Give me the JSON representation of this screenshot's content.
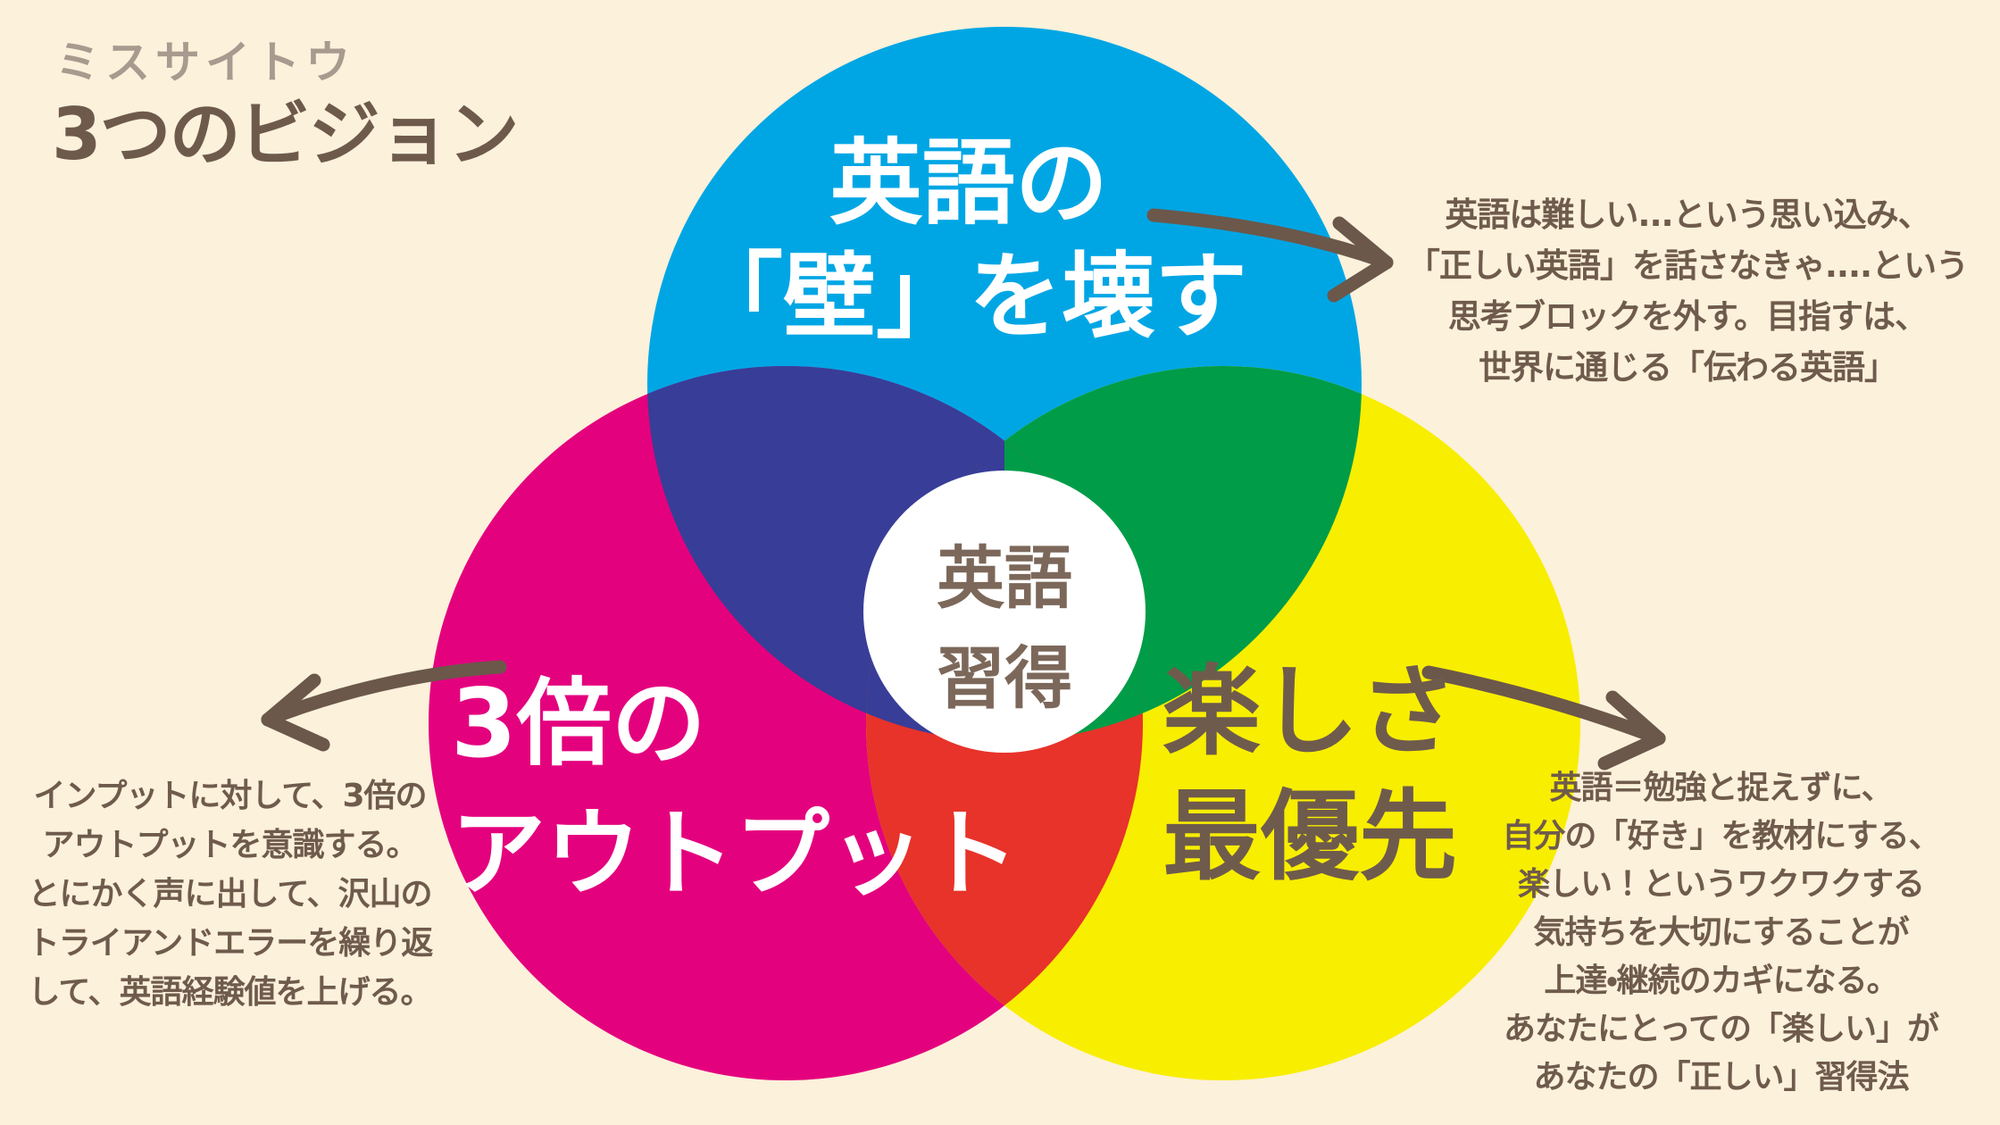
{
  "header": {
    "subtitle": "ミスサイトウ",
    "title": "3つのビジョン"
  },
  "venn": {
    "center_label": {
      "lines": [
        "英語",
        "習得"
      ]
    },
    "blue_circle": {
      "label_lines": [
        "英語の",
        "「壁」を壊す"
      ]
    },
    "magenta_circle": {
      "label_lines": [
        "3倍の",
        "アウトプット"
      ]
    },
    "yellow_circle": {
      "label_lines": [
        "楽しさ",
        "最優先"
      ]
    }
  },
  "annotations": {
    "top_right": {
      "lines": [
        "英語は難しい...という思い込み、",
        "「正しい英語」を話さなきゃ....という",
        "思考ブロックを外す。目指すは、",
        "世界に通じる「伝わる英語」"
      ]
    },
    "bottom_left": {
      "lines": [
        "インプットに対して、3倍の",
        "アウトプットを意識する。",
        "とにかく声に出して、沢山の",
        "トライアンドエラーを繰り返",
        "して、英語経験値を上げる。"
      ]
    },
    "bottom_right": {
      "lines": [
        "英語＝勉強と捉えずに、",
        "自分の「好き」を教材にする、",
        "楽しい！というワクワクする",
        "気持ちを大切にすることが",
        "上達・継続のカギになる。",
        "あなたにとっての「楽しい」が",
        "あなたの「正しい」習得法"
      ]
    }
  },
  "colors": {
    "background": "#fcf1db",
    "circle_blue": "#00a6e4",
    "circle_magenta": "#e4017e",
    "circle_yellow": "#f8ee00",
    "overlap_blue_magenta": "#383d98",
    "overlap_blue_yellow": "#009c48",
    "overlap_magenta_yellow": "#e7332a",
    "center_circle": "#ffffff",
    "title_text": "#6e5a4b",
    "subtitle_text": "#a89a8e",
    "annotation_text": "#6f5b4c",
    "circle_label_text": "#ffffff",
    "yellow_label_text": "#6f5b4c",
    "center_label_text": "#7c685a",
    "arrow": "#6b584a"
  }
}
